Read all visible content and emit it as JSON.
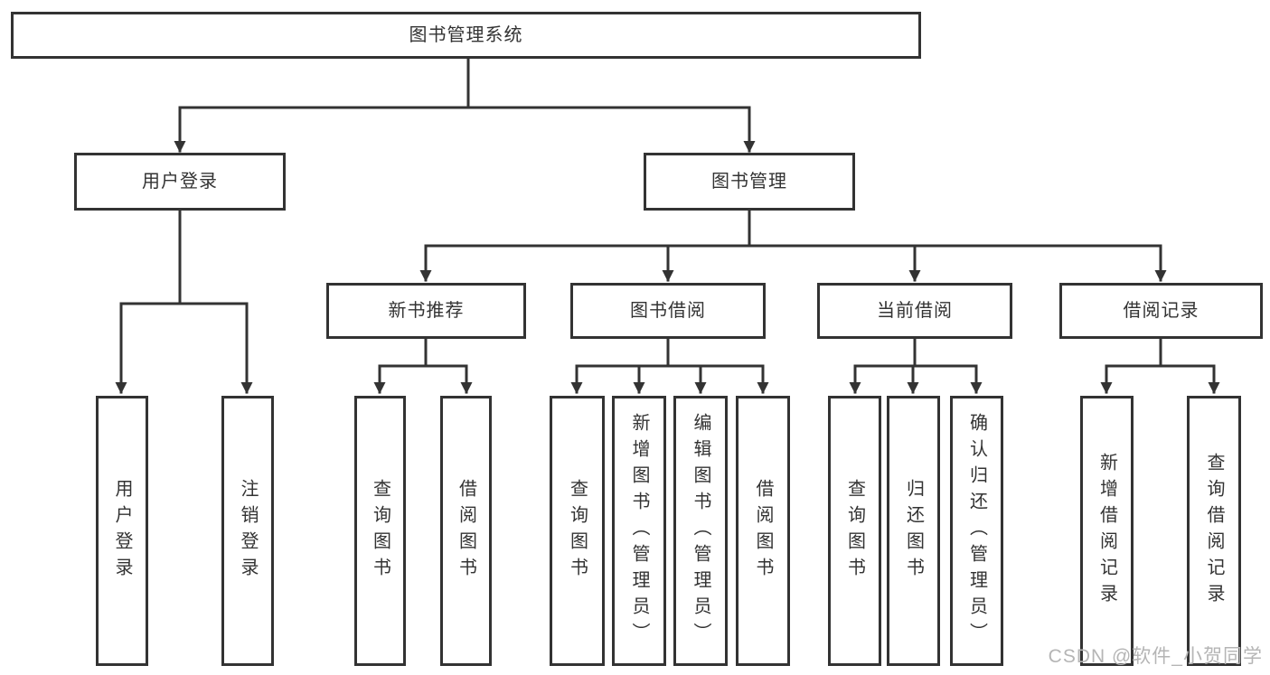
{
  "colors": {
    "line": "#333333",
    "box-border": "#333333",
    "box-fill": "#ffffff",
    "text": "#333333",
    "background": "#ffffff",
    "watermark": "#b5b5b5"
  },
  "watermark": {
    "text": "CSDN @软件_小贺同学"
  },
  "tree": {
    "root": {
      "label": "图书管理系统"
    },
    "branches": [
      {
        "label": "用户登录",
        "leaves": [
          {
            "label": "用户登录"
          },
          {
            "label": "注销登录"
          }
        ]
      },
      {
        "label": "图书管理",
        "groups": [
          {
            "label": "新书推荐",
            "leaves": [
              {
                "label": "查询图书"
              },
              {
                "label": "借阅图书"
              }
            ]
          },
          {
            "label": "图书借阅",
            "leaves": [
              {
                "label": "查询图书"
              },
              {
                "label": "新增图书（管理员）"
              },
              {
                "label": "编辑图书（管理员）"
              },
              {
                "label": "借阅图书"
              }
            ]
          },
          {
            "label": "当前借阅",
            "leaves": [
              {
                "label": "查询图书"
              },
              {
                "label": "归还图书"
              },
              {
                "label": "确认归还（管理员）"
              }
            ]
          },
          {
            "label": "借阅记录",
            "leaves": [
              {
                "label": "新增借阅记录"
              },
              {
                "label": "查询借阅记录"
              }
            ]
          }
        ]
      }
    ]
  }
}
